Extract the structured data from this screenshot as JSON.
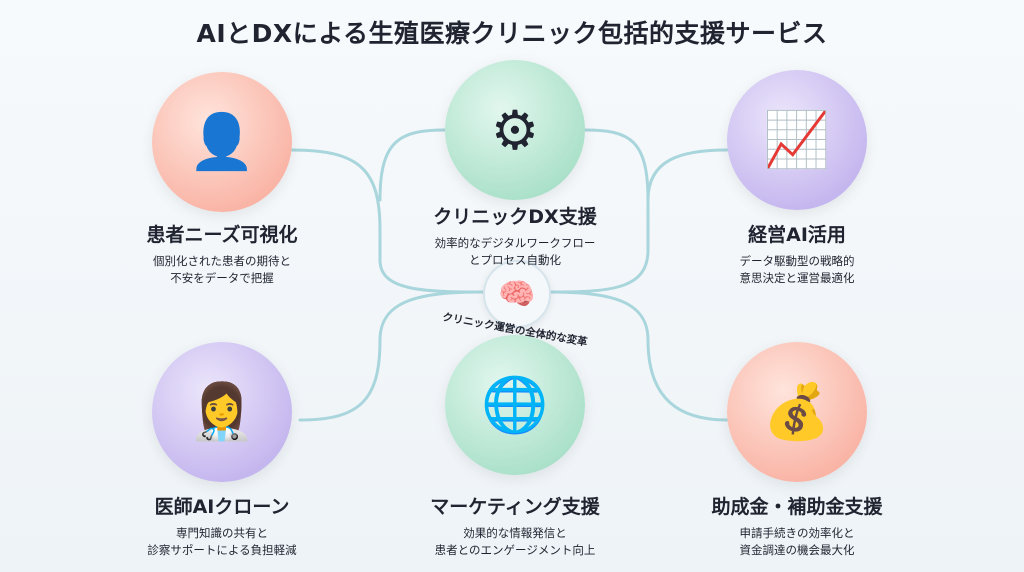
{
  "title": "AIとDXによる生殖医療クリニック包括的支援サービス",
  "hub": {
    "icon": "brain-gear-icon",
    "label": "クリニック運営の全体的な変革"
  },
  "services": [
    {
      "title": "患者ニーズ可視化",
      "desc1": "個別化された患者の期待と",
      "desc2": "不安をデータで把握",
      "icon": "patient-feedback-icon",
      "glyph": "👤"
    },
    {
      "title": "クリニックDX支援",
      "desc1": "効率的なデジタルワークフロー",
      "desc2": "とプロセス自動化",
      "icon": "gears-arrow-icon",
      "glyph": "⚙"
    },
    {
      "title": "経営AI活用",
      "desc1": "データ駆動型の戦略的",
      "desc2": "意思決定と運営最適化",
      "icon": "analytics-chart-icon",
      "glyph": "📈"
    },
    {
      "title": "医師AIクローン",
      "desc1": "専門知識の共有と",
      "desc2": "診察サポートによる負担軽減",
      "icon": "doctor-avatar-icon",
      "glyph": "👩‍⚕️"
    },
    {
      "title": "マーケティング支援",
      "desc1": "効果的な情報発信と",
      "desc2": "患者とのエンゲージメント向上",
      "icon": "globe-network-icon",
      "glyph": "🌐"
    },
    {
      "title": "助成金・補助金支援",
      "desc1": "申請手続きの効率化と",
      "desc2": "資金調達の機会最大化",
      "icon": "coins-document-icon",
      "glyph": "💰"
    }
  ]
}
